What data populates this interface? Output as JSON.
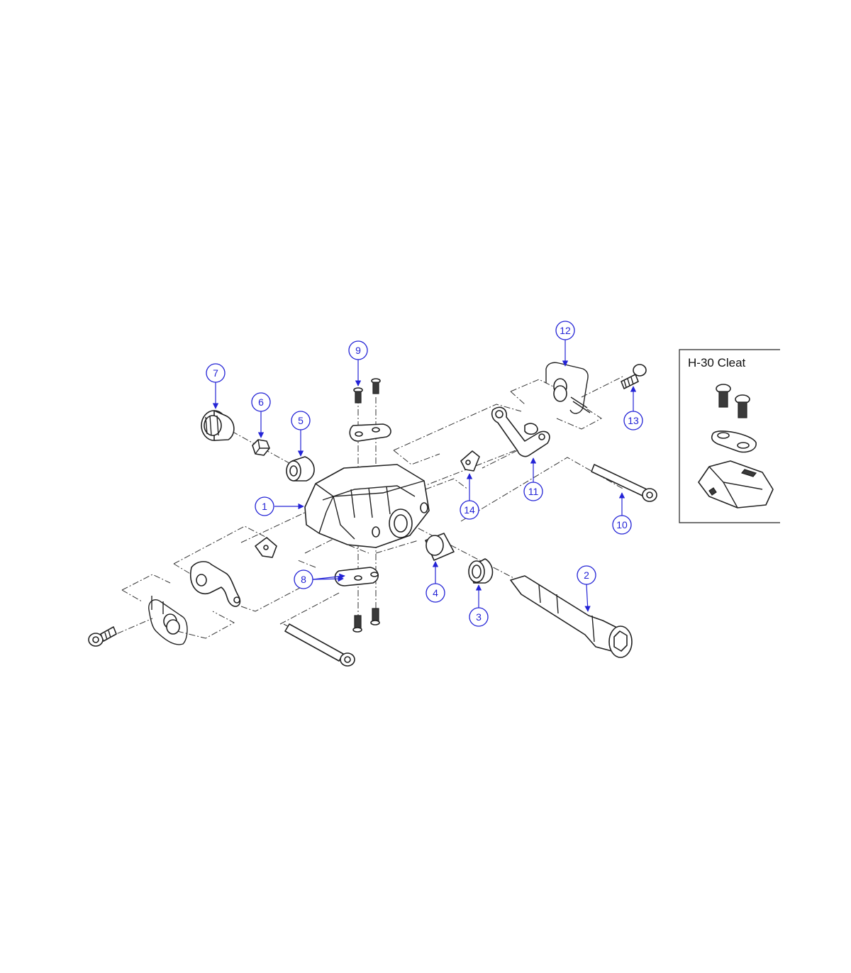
{
  "diagram": {
    "inset_title": "H-30 Cleat",
    "callouts": [
      {
        "id": "1",
        "label": "1"
      },
      {
        "id": "2",
        "label": "2"
      },
      {
        "id": "3",
        "label": "3"
      },
      {
        "id": "4",
        "label": "4"
      },
      {
        "id": "5",
        "label": "5"
      },
      {
        "id": "6",
        "label": "6"
      },
      {
        "id": "7",
        "label": "7"
      },
      {
        "id": "8",
        "label": "8"
      },
      {
        "id": "9",
        "label": "9"
      },
      {
        "id": "10",
        "label": "10"
      },
      {
        "id": "11",
        "label": "11"
      },
      {
        "id": "12",
        "label": "12"
      },
      {
        "id": "13",
        "label": "13"
      },
      {
        "id": "14",
        "label": "14"
      }
    ],
    "colors": {
      "callout": "#2323d6",
      "line": "#222222"
    }
  }
}
